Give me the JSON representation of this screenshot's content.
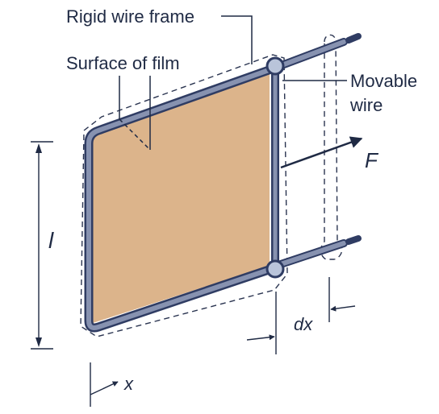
{
  "labels": {
    "rigid_wire_frame": "Rigid wire frame",
    "surface_of_film": "Surface of film",
    "movable_line1": "Movable",
    "movable_line2": "wire",
    "force": "F",
    "length": "l",
    "displacement": "dx",
    "position": "x"
  },
  "colors": {
    "film": "#dcb48b",
    "wire_fill": "#7d8aa8",
    "wire_stroke": "#2f3c63",
    "wire_highlight": "#b9c4da",
    "ink": "#1f2a44",
    "dashed": "#2a3450"
  }
}
